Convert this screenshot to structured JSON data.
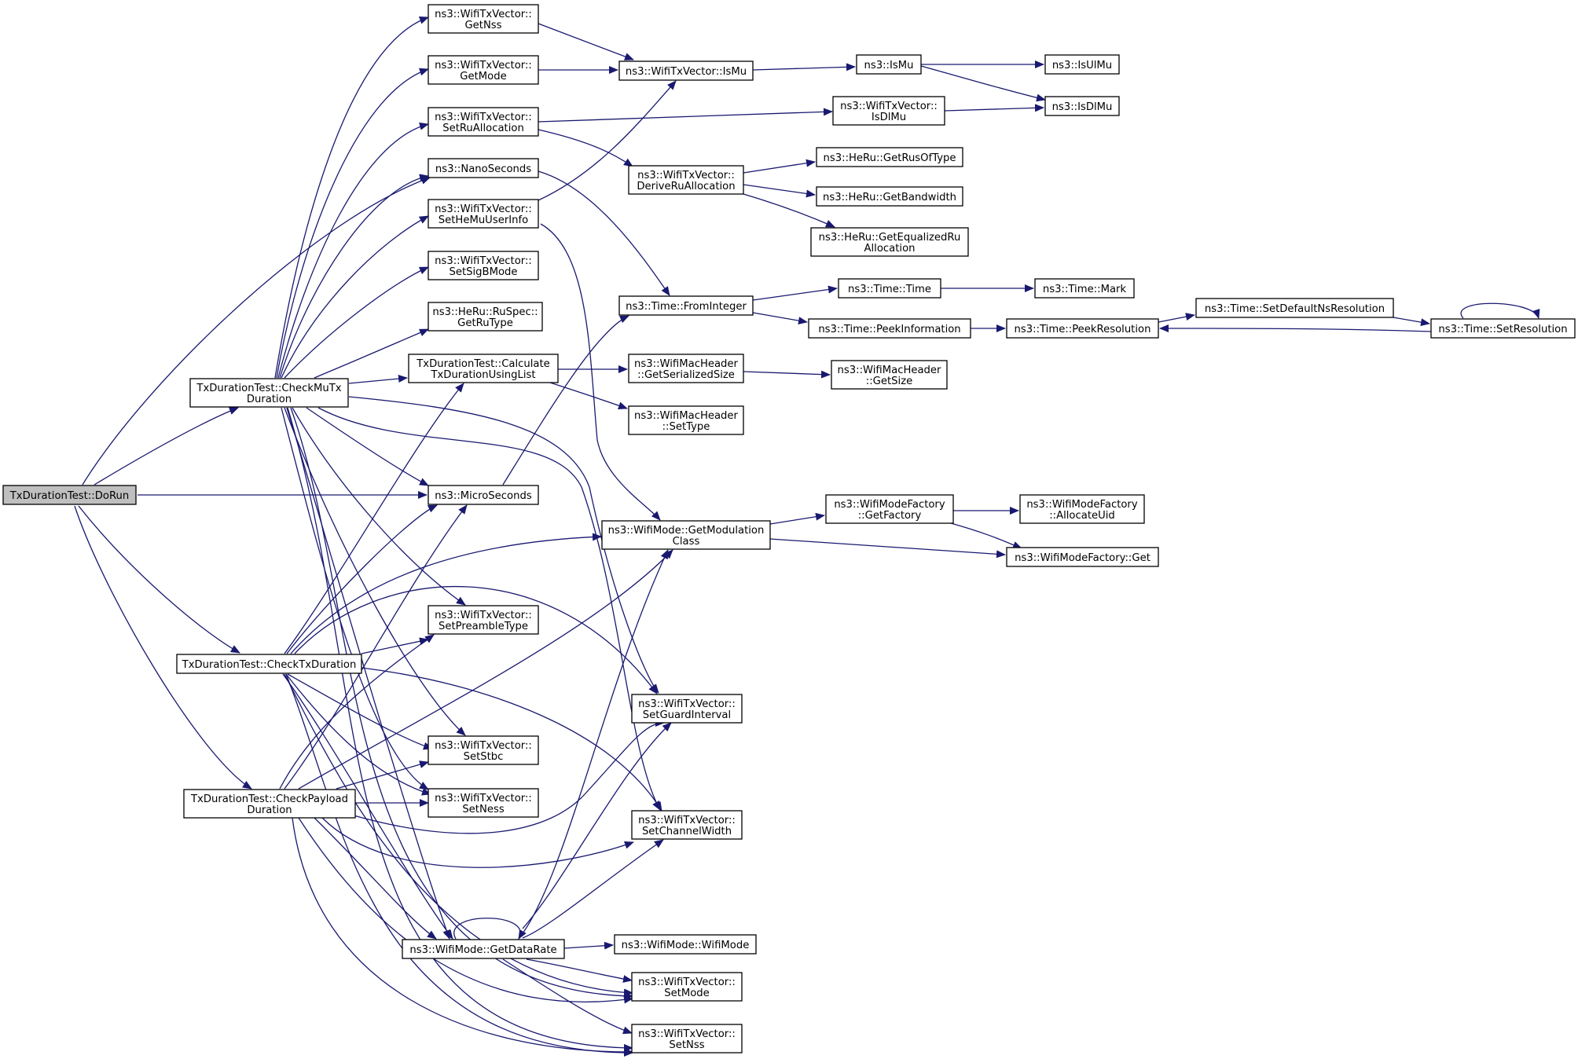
{
  "graph": {
    "edge_color": "#191970",
    "root_fill": "#bfbfbf",
    "nodes": {
      "DoRun": {
        "lines": [
          "TxDurationTest::DoRun"
        ],
        "root": true
      },
      "CheckMuTxDuration": {
        "lines": [
          "TxDurationTest::CheckMuTx",
          "Duration"
        ]
      },
      "CheckTxDuration": {
        "lines": [
          "TxDurationTest::CheckTxDuration"
        ]
      },
      "CheckPayloadDuration": {
        "lines": [
          "TxDurationTest::CheckPayload",
          "Duration"
        ]
      },
      "GetNss": {
        "lines": [
          "ns3::WifiTxVector::",
          "GetNss"
        ]
      },
      "GetMode": {
        "lines": [
          "ns3::WifiTxVector::",
          "GetMode"
        ]
      },
      "SetRuAllocation": {
        "lines": [
          "ns3::WifiTxVector::",
          "SetRuAllocation"
        ]
      },
      "NanoSeconds": {
        "lines": [
          "ns3::NanoSeconds"
        ]
      },
      "SetHeMuUserInfo": {
        "lines": [
          "ns3::WifiTxVector::",
          "SetHeMuUserInfo"
        ]
      },
      "SetSigBMode": {
        "lines": [
          "ns3::WifiTxVector::",
          "SetSigBMode"
        ]
      },
      "GetRuType": {
        "lines": [
          "ns3::HeRu::RuSpec::",
          "GetRuType"
        ]
      },
      "CalculateTxDurationUsingList": {
        "lines": [
          "TxDurationTest::Calculate",
          "TxDurationUsingList"
        ]
      },
      "MicroSeconds": {
        "lines": [
          "ns3::MicroSeconds"
        ]
      },
      "SetPreambleType": {
        "lines": [
          "ns3::WifiTxVector::",
          "SetPreambleType"
        ]
      },
      "SetStbc": {
        "lines": [
          "ns3::WifiTxVector::",
          "SetStbc"
        ]
      },
      "SetNess": {
        "lines": [
          "ns3::WifiTxVector::",
          "SetNess"
        ]
      },
      "GetDataRate": {
        "lines": [
          "ns3::WifiMode::GetDataRate"
        ]
      },
      "IsMu": {
        "lines": [
          "ns3::WifiTxVector::IsMu"
        ]
      },
      "DeriveRuAllocation": {
        "lines": [
          "ns3::WifiTxVector::",
          "DeriveRuAllocation"
        ]
      },
      "FromInteger": {
        "lines": [
          "ns3::Time::FromInteger"
        ]
      },
      "GetSerializedSize": {
        "lines": [
          "ns3::WifiMacHeader",
          "::GetSerializedSize"
        ]
      },
      "SetType": {
        "lines": [
          "ns3::WifiMacHeader",
          "::SetType"
        ]
      },
      "GetModulationClass": {
        "lines": [
          "ns3::WifiMode::GetModulation",
          "Class"
        ]
      },
      "SetGuardInterval": {
        "lines": [
          "ns3::WifiTxVector::",
          "SetGuardInterval"
        ]
      },
      "SetChannelWidth": {
        "lines": [
          "ns3::WifiTxVector::",
          "SetChannelWidth"
        ]
      },
      "WifiModeCtor": {
        "lines": [
          "ns3::WifiMode::WifiMode"
        ]
      },
      "SetMode": {
        "lines": [
          "ns3::WifiTxVector::",
          "SetMode"
        ]
      },
      "SetNss": {
        "lines": [
          "ns3::WifiTxVector::",
          "SetNss"
        ]
      },
      "NsIsMu": {
        "lines": [
          "ns3::IsMu"
        ]
      },
      "IsDlMuVec": {
        "lines": [
          "ns3::WifiTxVector::",
          "IsDlMu"
        ]
      },
      "GetRusOfType": {
        "lines": [
          "ns3::HeRu::GetRusOfType"
        ]
      },
      "GetBandwidth": {
        "lines": [
          "ns3::HeRu::GetBandwidth"
        ]
      },
      "GetEqualizedRuAllocation": {
        "lines": [
          "ns3::HeRu::GetEqualizedRu",
          "Allocation"
        ]
      },
      "TimeCtor": {
        "lines": [
          "ns3::Time::Time"
        ]
      },
      "PeekInformation": {
        "lines": [
          "ns3::Time::PeekInformation"
        ]
      },
      "GetSize": {
        "lines": [
          "ns3::WifiMacHeader",
          "::GetSize"
        ]
      },
      "GetFactory": {
        "lines": [
          "ns3::WifiModeFactory",
          "::GetFactory"
        ]
      },
      "IsUlMu": {
        "lines": [
          "ns3::IsUlMu"
        ]
      },
      "IsDlMu": {
        "lines": [
          "ns3::IsDlMu"
        ]
      },
      "Mark": {
        "lines": [
          "ns3::Time::Mark"
        ]
      },
      "PeekResolution": {
        "lines": [
          "ns3::Time::PeekResolution"
        ]
      },
      "AllocateUid": {
        "lines": [
          "ns3::WifiModeFactory",
          "::AllocateUid"
        ]
      },
      "FactoryGet": {
        "lines": [
          "ns3::WifiModeFactory::Get"
        ]
      },
      "SetDefaultNsResolution": {
        "lines": [
          "ns3::Time::SetDefaultNsResolution"
        ]
      },
      "SetResolution": {
        "lines": [
          "ns3::Time::SetResolution"
        ]
      }
    }
  }
}
